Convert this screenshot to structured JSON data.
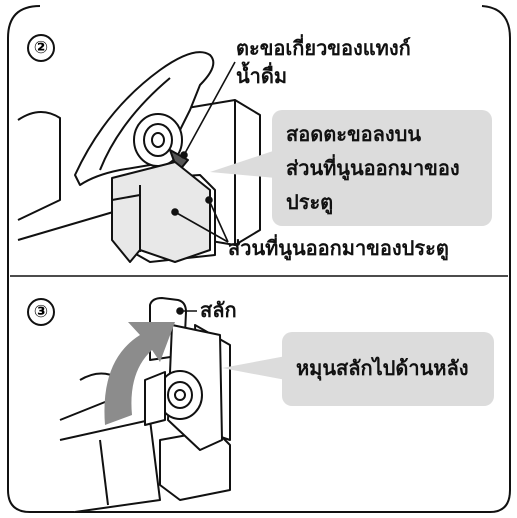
{
  "steps": {
    "step2": {
      "number": "②",
      "label_top_line1": "ตะขอเกี่ยวของแทงก์",
      "label_top_line2": "น้ำดื่ม",
      "callout_line1": "สอดตะขอลงบน",
      "callout_line2": "ส่วนที่นูนออกมาของ",
      "callout_line3": "ประตู",
      "label_bottom": "ส่วนที่นูนออกมาของประตู"
    },
    "step3": {
      "number": "③",
      "label_latch": "สลัก",
      "callout": "หมุนสลักไปด้านหลัง"
    }
  },
  "colors": {
    "line": "#111111",
    "callout_bg": "#dcdcdc",
    "arrow": "#8c8c8c",
    "hatch_fill": "#ffffff"
  }
}
